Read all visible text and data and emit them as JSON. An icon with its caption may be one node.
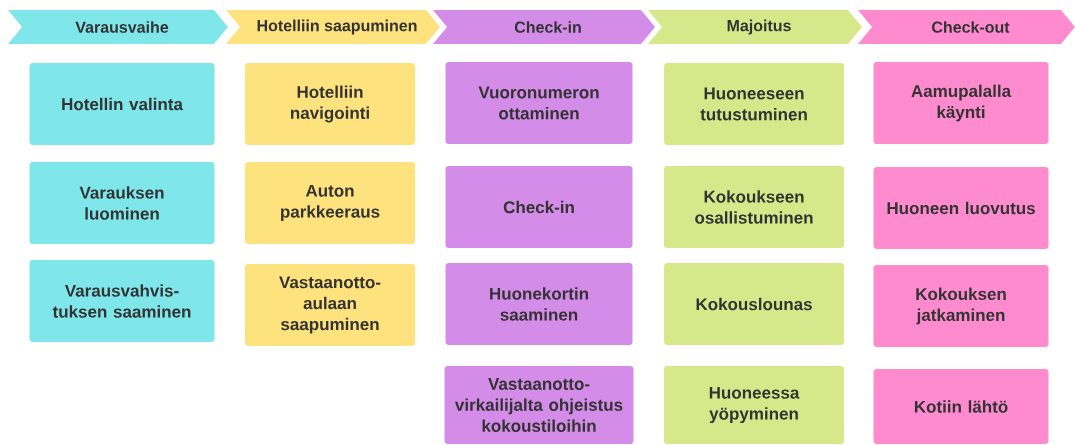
{
  "diagram": {
    "nodes": [
      {
        "text": [
          "Varausvaihe"
        ]
      },
      {
        "text": [
          "Hotelliin saapuminen"
        ]
      },
      {
        "text": [
          "Check-in"
        ]
      },
      {
        "text": [
          "Majoitus"
        ]
      },
      {
        "text": [
          "Check-out"
        ]
      },
      {
        "text": [
          "Hotellin valinta"
        ]
      },
      {
        "text": [
          "Varauksen luominen"
        ]
      },
      {
        "text": [
          "Varausvahvis- tuksen saaminen"
        ]
      },
      {
        "text": [
          "Hotelliin navigointi"
        ]
      },
      {
        "text": [
          "Auton parkkeeraus"
        ]
      },
      {
        "text": [
          "Vastaanotto- aulaan saapuminen"
        ]
      },
      {
        "text": [
          "Vuoronumeron ottaminen"
        ]
      },
      {
        "text": [
          "Check-in"
        ]
      },
      {
        "text": [
          "Huonekortin saaminen"
        ]
      },
      {
        "text": [
          "Vastaanotto- virkailijalta ohjeistus kokoustiloihin"
        ]
      },
      {
        "text": [
          "Huoneeseen tutustuminen"
        ]
      },
      {
        "text": [
          "Kokoukseen osallistuminen"
        ]
      },
      {
        "text": [
          "Kokouslounas"
        ]
      },
      {
        "text": [
          "Huoneessa yöpyminen"
        ]
      },
      {
        "text": [
          "Aamupalalla käynti"
        ]
      },
      {
        "text": [
          "Huoneen luovutus"
        ]
      },
      {
        "text": [
          "Kokouksen jatkaminen"
        ]
      },
      {
        "text": [
          "Kotiin lähtö"
        ]
      }
    ]
  }
}
